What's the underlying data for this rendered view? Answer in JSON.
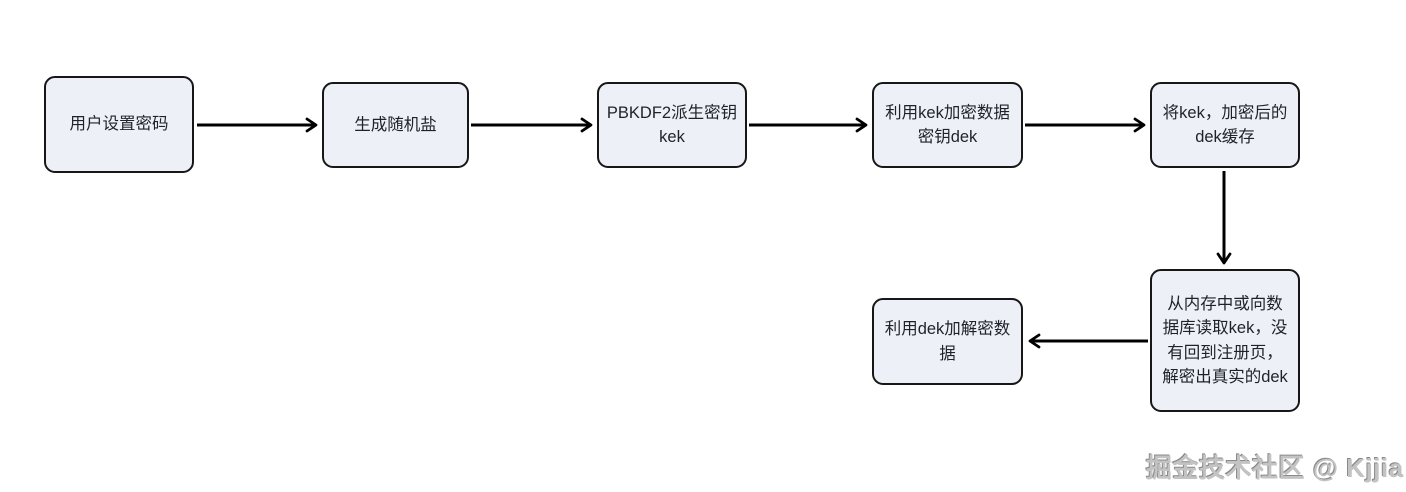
{
  "diagram": {
    "type": "flowchart",
    "nodes": [
      {
        "id": "set-password",
        "label": "用户设置密码"
      },
      {
        "id": "gen-salt",
        "label": "生成随机盐"
      },
      {
        "id": "pbkdf2-kek",
        "label": "PBKDF2派生密钥\nkek"
      },
      {
        "id": "encrypt-dek",
        "label": "利用kek加密数据\n密钥dek"
      },
      {
        "id": "cache-kek-dek",
        "label": "将kek，加密后的\ndek缓存"
      },
      {
        "id": "read-kek",
        "label": "从内存中或向数\n据库读取kek，没\n有回到注册页，\n解密出真实的dek"
      },
      {
        "id": "use-dek",
        "label": "利用dek加解密数\n据"
      }
    ],
    "edges": [
      {
        "from": "set-password",
        "to": "gen-salt",
        "direction": "right"
      },
      {
        "from": "gen-salt",
        "to": "pbkdf2-kek",
        "direction": "right"
      },
      {
        "from": "pbkdf2-kek",
        "to": "encrypt-dek",
        "direction": "right"
      },
      {
        "from": "encrypt-dek",
        "to": "cache-kek-dek",
        "direction": "right"
      },
      {
        "from": "cache-kek-dek",
        "to": "read-kek",
        "direction": "down"
      },
      {
        "from": "read-kek",
        "to": "use-dek",
        "direction": "left"
      }
    ]
  },
  "watermark": {
    "text": "掘金技术社区 @ Kjjia"
  },
  "colors": {
    "background": "#ffffff",
    "node_fill": "#edf0f7",
    "node_border": "#171717",
    "node_text": "#1f2328",
    "arrow": "#000000",
    "watermark_gray": "#9a9a9a"
  }
}
